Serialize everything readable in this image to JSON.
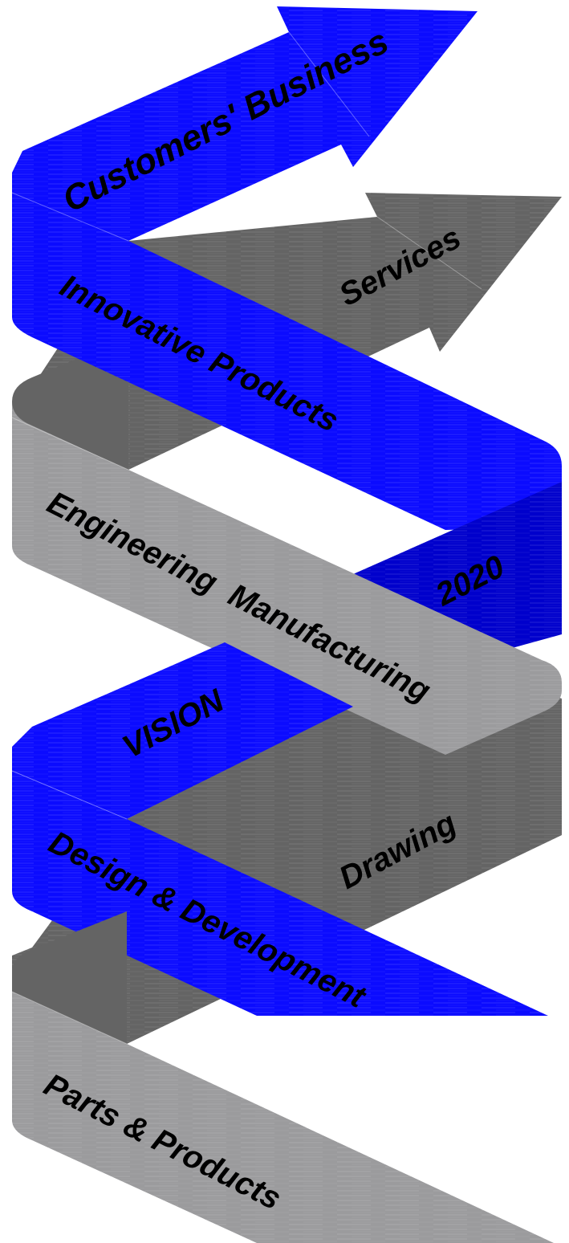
{
  "diagram": {
    "colors": {
      "blue": "#0b0bff",
      "blue_dark": "#0000cc",
      "gray_dark": "#646464",
      "gray_light": "#9b9b9d",
      "gray_edge": "#7a7a7c",
      "stripe": "#ffffff"
    },
    "labels": {
      "customers_business": "Customers' Business",
      "services": "Services",
      "innovative_products": "Innovative Products",
      "engineering_manufacturing": "Engineering  Manufacturing",
      "year": "2020",
      "vision": "VISION",
      "drawing": "Drawing",
      "design_development": "Design & Development",
      "parts_products": "Parts & Products"
    }
  }
}
